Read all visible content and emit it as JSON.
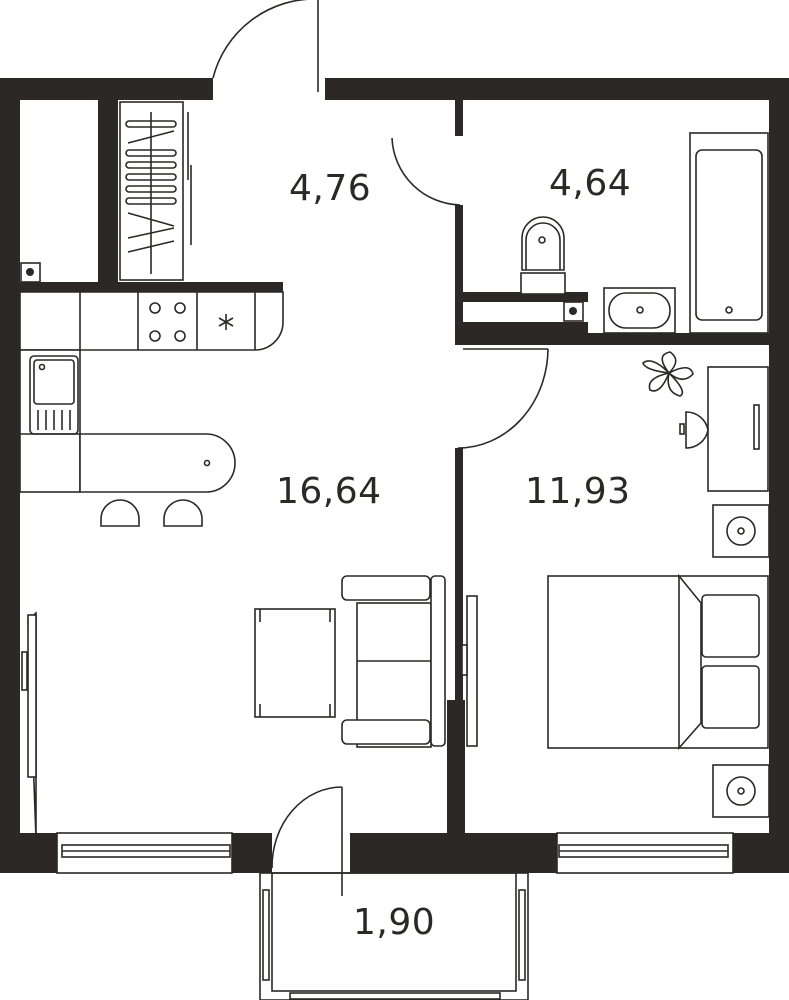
{
  "plan": {
    "rooms": [
      {
        "id": "hallway",
        "area": "4,76"
      },
      {
        "id": "bathroom",
        "area": "4,64"
      },
      {
        "id": "kitchen-living",
        "area": "16,64"
      },
      {
        "id": "bedroom",
        "area": "11,93"
      },
      {
        "id": "balcony",
        "area": "1,90"
      }
    ],
    "colors": {
      "wall": "#2b2826",
      "background": "#ffffff"
    }
  }
}
